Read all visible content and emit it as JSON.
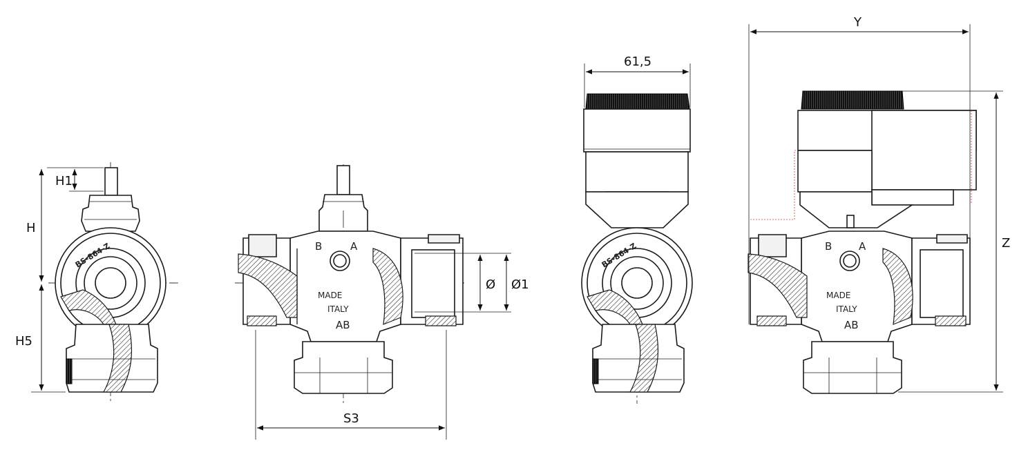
{
  "dimensions": {
    "h1": "H1",
    "h": "H",
    "h5": "H5",
    "s3": "S3",
    "diameter": "Ø",
    "diameter1": "Ø1",
    "width_actuator": "61,5",
    "y": "Y",
    "z": "Z"
  },
  "body_markings": {
    "port_b": "B",
    "port_a": "A",
    "port_ab": "AB",
    "made": "MADE",
    "italy": "ITALY",
    "model": "BS-864-Z"
  }
}
